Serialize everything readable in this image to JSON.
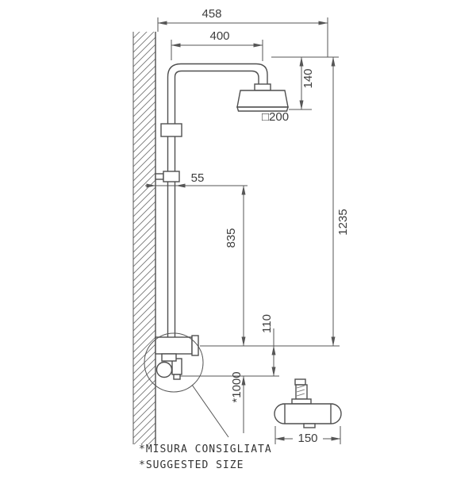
{
  "colors": {
    "line": "#4f4f4f",
    "dimension_line": "#565656",
    "hatch": "#757575",
    "text": "#3d3d3d",
    "background": "#ffffff"
  },
  "dimensions": {
    "total_width": "458",
    "arm_width": "400",
    "head_drop": "140",
    "head_size": "□200",
    "wall_offset": "55",
    "upper_riser": "835",
    "total_height": "1235",
    "lower_offset": "110",
    "suggested_height": "*1000",
    "mixer_width": "150"
  },
  "notes": {
    "line1": "*MISURA CONSIGLIATA",
    "line2": "*SUGGESTED SIZE"
  }
}
